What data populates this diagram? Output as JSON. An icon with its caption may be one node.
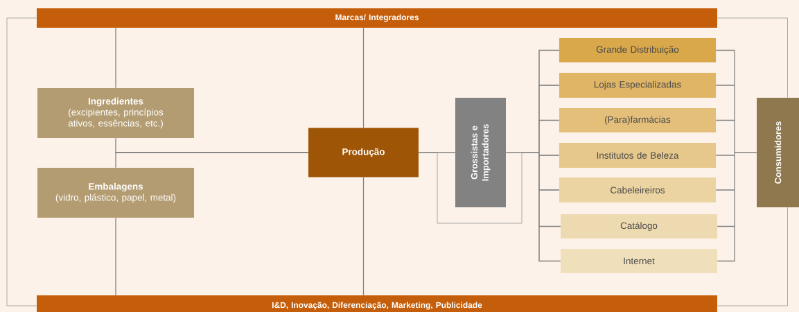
{
  "diagram": {
    "nodes": [
      {
        "text": [
          "Marcas/ Integradores"
        ]
      },
      {
        "text": [
          "Ingredientes",
          "(excipientes, princípios ativos, essências, etc.)"
        ]
      },
      {
        "text": [
          "Embalagens",
          "(vidro, plástico, papel, metal)"
        ]
      },
      {
        "text": [
          "Produção"
        ]
      },
      {
        "text": [
          "Grossistas e Importadores"
        ]
      },
      {
        "text": [
          "Grande Distribuição"
        ]
      },
      {
        "text": [
          "Lojas Especializadas"
        ]
      },
      {
        "text": [
          "(Para)farmácias"
        ]
      },
      {
        "text": [
          "Institutos de Beleza"
        ]
      },
      {
        "text": [
          "Cabeleireiros"
        ]
      },
      {
        "text": [
          "Catálogo"
        ]
      },
      {
        "text": [
          "Internet"
        ]
      },
      {
        "text": [
          "Consumidores"
        ]
      },
      {
        "text": [
          "I&D, Inovação, Diferenciação, Marketing, Publicidade"
        ]
      }
    ],
    "edges": [
      {
        "from": 0,
        "to": 13,
        "arrow": "none",
        "color": "#a8a8a8"
      },
      {
        "from": 0,
        "to": 12,
        "arrow": "none",
        "color": "#a8a8a8"
      },
      {
        "from": 12,
        "to": 13,
        "arrow": "none",
        "color": "#a8a8a8"
      },
      {
        "from": 3,
        "to": 5,
        "arrow": "none",
        "color": "#a8a8a8"
      },
      {
        "from": 3,
        "to": 6,
        "arrow": "none",
        "color": "#a8a8a8"
      },
      {
        "from": 3,
        "to": 7,
        "arrow": "none",
        "color": "#a8a8a8"
      },
      {
        "from": 3,
        "to": 8,
        "arrow": "none",
        "color": "#a8a8a8"
      },
      {
        "from": 3,
        "to": 9,
        "arrow": "none",
        "color": "#a8a8a8"
      },
      {
        "from": 3,
        "to": 10,
        "arrow": "none",
        "color": "#a8a8a8"
      },
      {
        "from": 3,
        "to": 11,
        "arrow": "none",
        "color": "#a8a8a8"
      },
      {
        "from": 0,
        "to": 1,
        "arrow": "none"
      },
      {
        "from": 1,
        "to": 3,
        "arrow": "none"
      },
      {
        "from": 2,
        "to": 3,
        "arrow": "none"
      },
      {
        "from": 2,
        "to": 13,
        "arrow": "none"
      },
      {
        "from": 0,
        "to": 3,
        "arrow": "none"
      },
      {
        "from": 3,
        "to": 13,
        "arrow": "none"
      },
      {
        "from": 3,
        "to": 4,
        "arrow": "none"
      },
      {
        "from": 4,
        "to": 5,
        "arrow": "none"
      },
      {
        "from": 4,
        "to": 6,
        "arrow": "none"
      },
      {
        "from": 4,
        "to": 7,
        "arrow": "none"
      },
      {
        "from": 4,
        "to": 8,
        "arrow": "none"
      },
      {
        "from": 4,
        "to": 9,
        "arrow": "none"
      },
      {
        "from": 4,
        "to": 10,
        "arrow": "none"
      },
      {
        "from": 4,
        "to": 11,
        "arrow": "none"
      },
      {
        "from": 5,
        "to": 12,
        "arrow": "none"
      },
      {
        "from": 6,
        "to": 12,
        "arrow": "none"
      },
      {
        "from": 7,
        "to": 12,
        "arrow": "none"
      },
      {
        "from": 8,
        "to": 12,
        "arrow": "none"
      },
      {
        "from": 9,
        "to": 12,
        "arrow": "none"
      },
      {
        "from": 10,
        "to": 12,
        "arrow": "none"
      },
      {
        "from": 11,
        "to": 12,
        "arrow": "none"
      }
    ]
  }
}
